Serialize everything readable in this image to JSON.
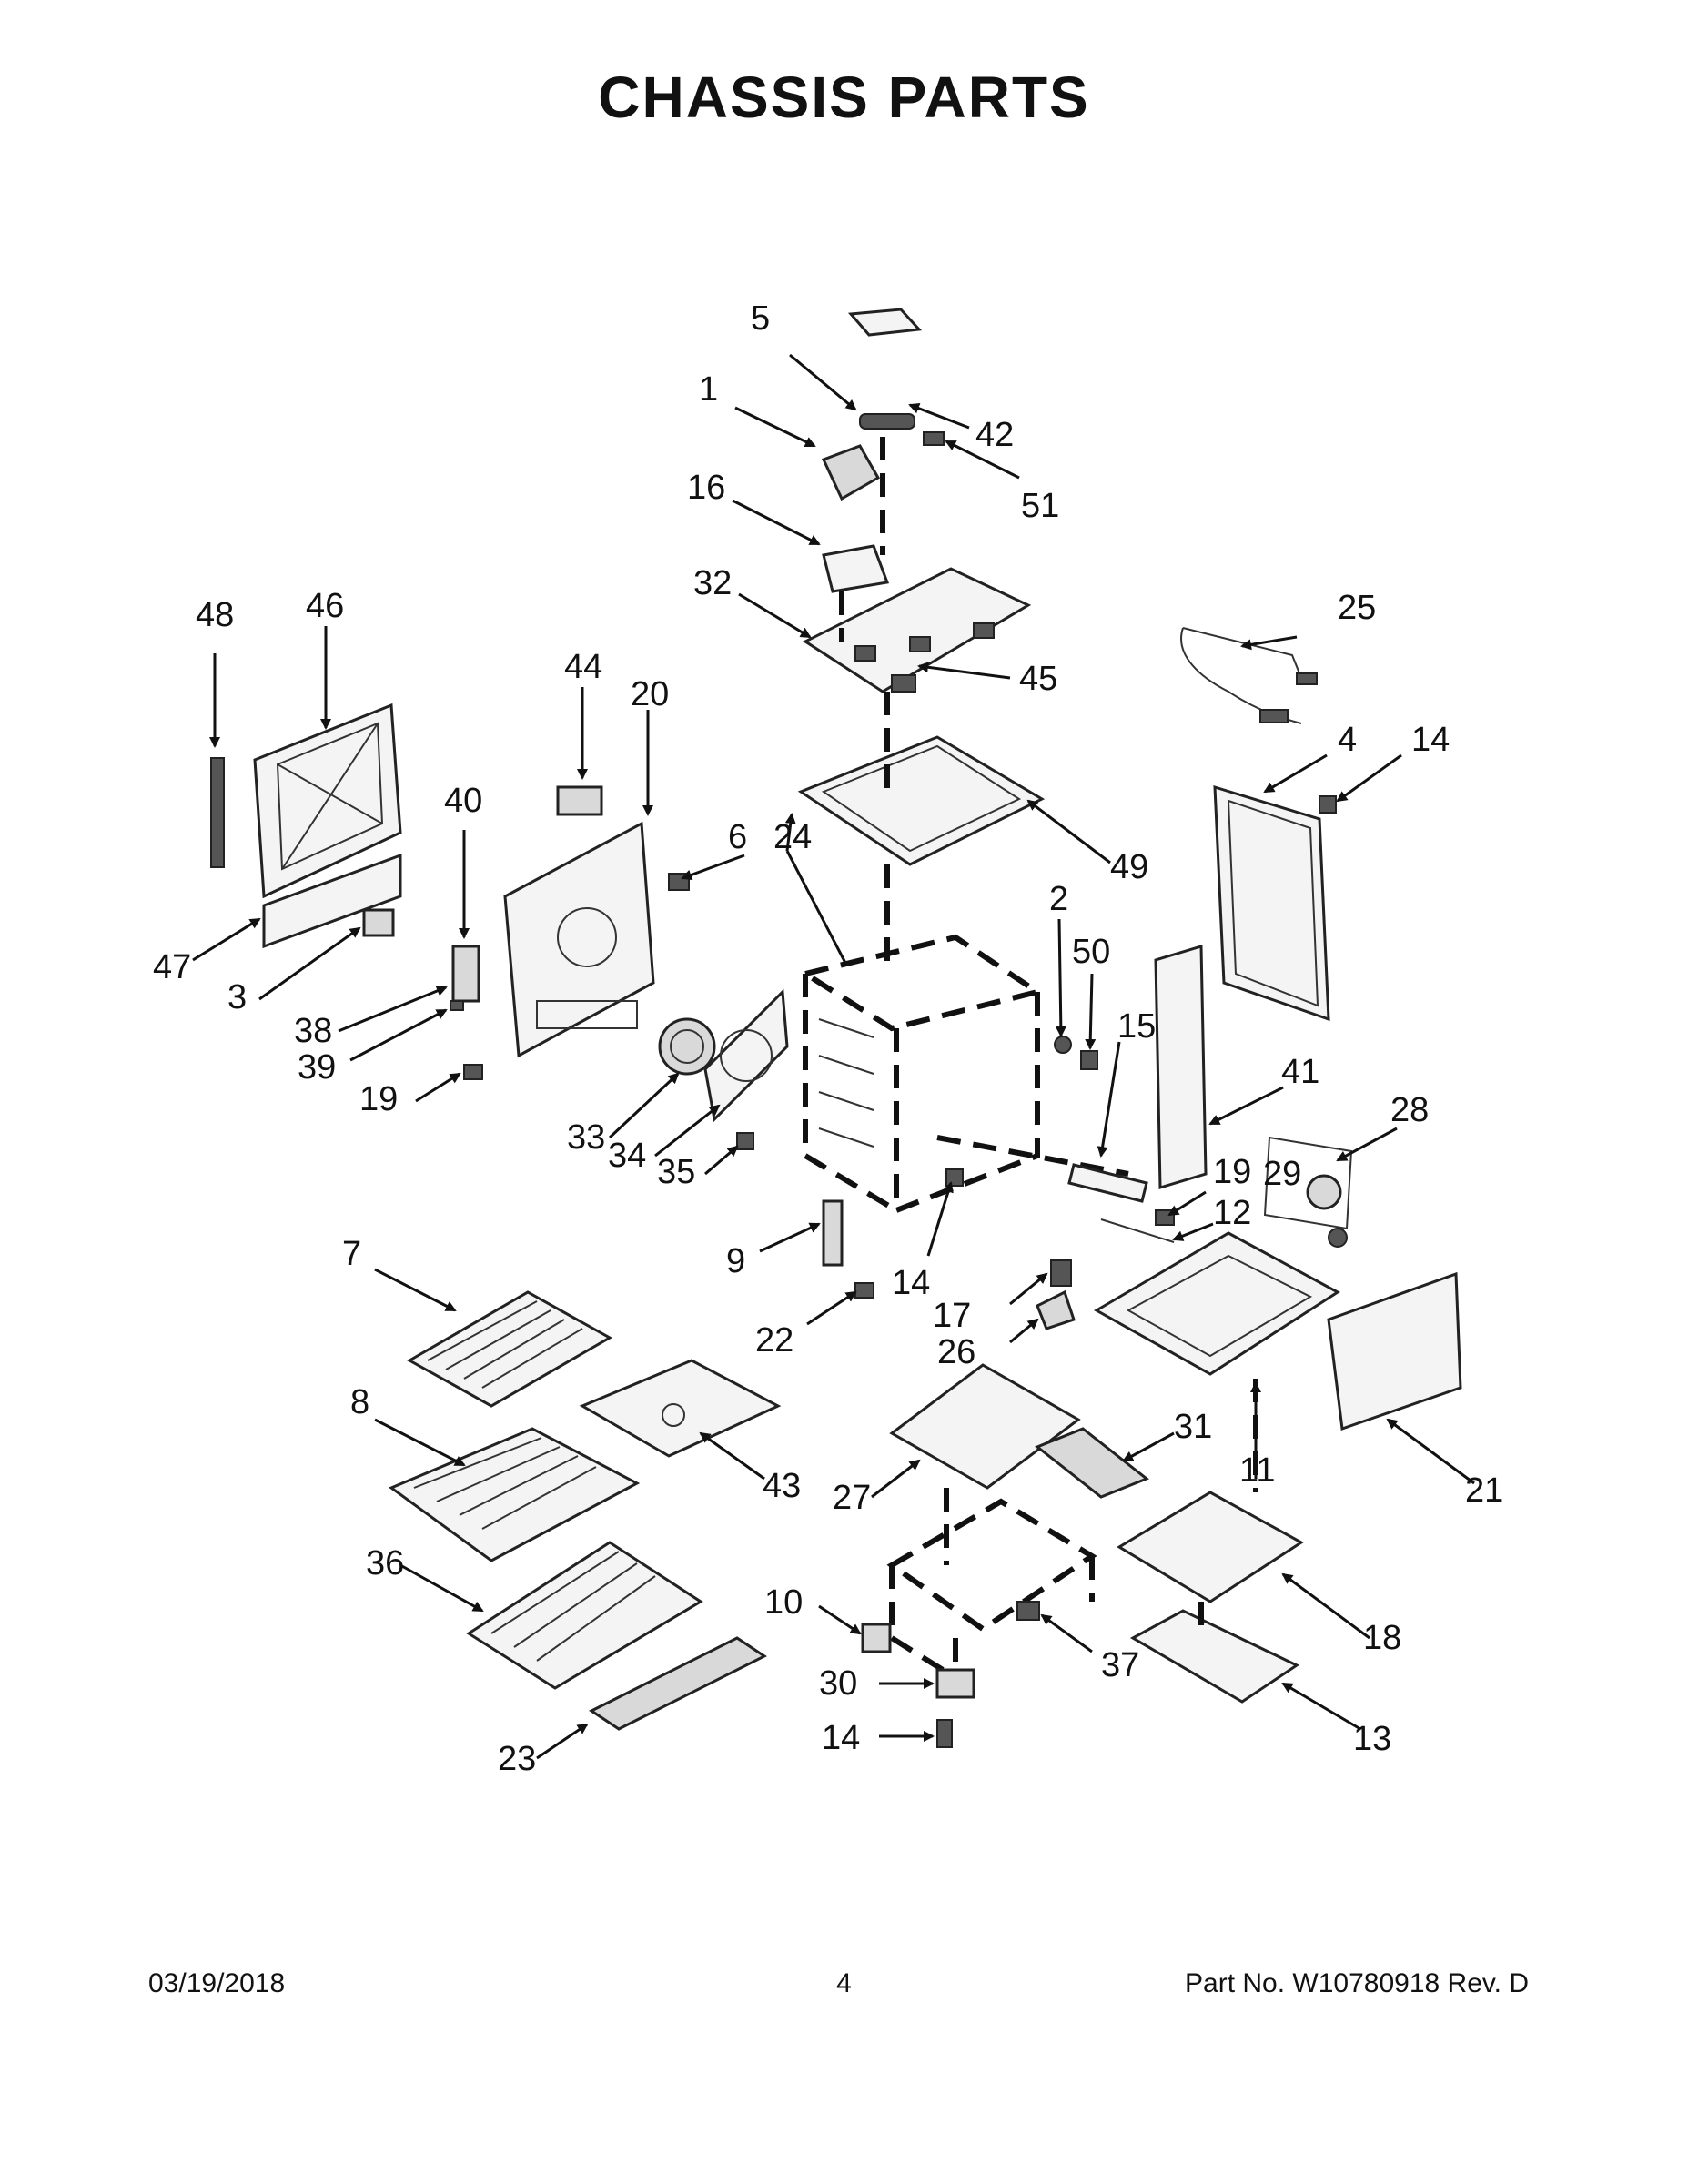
{
  "title": "CHASSIS PARTS",
  "footer": {
    "date": "03/19/2018",
    "page": "4",
    "part_number": "Part No.  W10780918  Rev.  D"
  },
  "callouts": [
    "1",
    "2",
    "3",
    "4",
    "5",
    "6",
    "7",
    "8",
    "9",
    "10",
    "11",
    "12",
    "13",
    "14",
    "14",
    "14",
    "15",
    "16",
    "17",
    "18",
    "19",
    "19",
    "20",
    "21",
    "22",
    "23",
    "24",
    "25",
    "26",
    "27",
    "28",
    "29",
    "30",
    "31",
    "32",
    "33",
    "34",
    "35",
    "36",
    "37",
    "38",
    "39",
    "40",
    "41",
    "42",
    "43",
    "44",
    "45",
    "46",
    "47",
    "48",
    "49",
    "50",
    "51"
  ],
  "colors": {
    "line": "#111111",
    "fill_light": "#f4f4f4",
    "fill_mid": "#d9d9d9"
  }
}
